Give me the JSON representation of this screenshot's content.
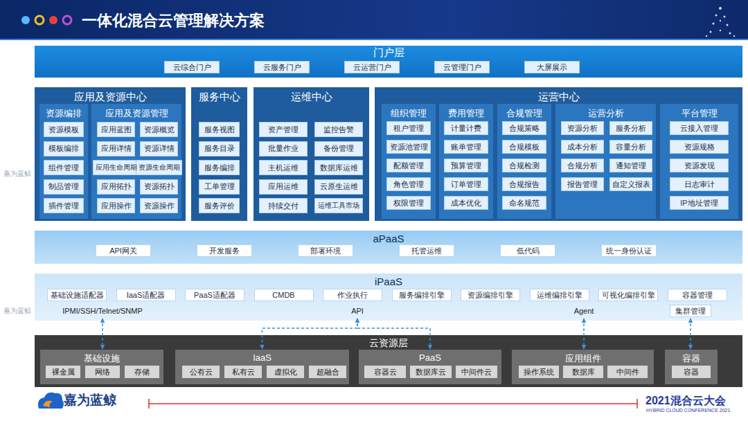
{
  "diagram": {
    "title": "一体化混合云管理解决方案",
    "nodes": [
      {
        "text": [
          "门户层"
        ]
      },
      {
        "text": [
          "云综合门户"
        ],
        "in": 0
      },
      {
        "text": [
          "云服务门户"
        ],
        "in": 0
      },
      {
        "text": [
          "云运营门户"
        ],
        "in": 0
      },
      {
        "text": [
          "云管理门户"
        ],
        "in": 0
      },
      {
        "text": [
          "大屏展示"
        ],
        "in": 0
      },
      {
        "text": [
          "应用及资源中心"
        ]
      },
      {
        "text": [
          "资源编排"
        ],
        "in": 6
      },
      {
        "text": [
          "资源模板"
        ],
        "in": 7
      },
      {
        "text": [
          "模板编排"
        ],
        "in": 7
      },
      {
        "text": [
          "组件管理"
        ],
        "in": 7
      },
      {
        "text": [
          "制品管理"
        ],
        "in": 7
      },
      {
        "text": [
          "插件管理"
        ],
        "in": 7
      },
      {
        "text": [
          "应用及资源管理"
        ],
        "in": 6
      },
      {
        "text": [
          "应用蓝图"
        ],
        "in": 13
      },
      {
        "text": [
          "资源概览"
        ],
        "in": 13
      },
      {
        "text": [
          "应用详情"
        ],
        "in": 13
      },
      {
        "text": [
          "资源详情"
        ],
        "in": 13
      },
      {
        "text": [
          "应用生命周期"
        ],
        "in": 13
      },
      {
        "text": [
          "资源生命周期"
        ],
        "in": 13
      },
      {
        "text": [
          "应用拓扑"
        ],
        "in": 13
      },
      {
        "text": [
          "资源拓扑"
        ],
        "in": 13
      },
      {
        "text": [
          "应用操作"
        ],
        "in": 13
      },
      {
        "text": [
          "资源操作"
        ],
        "in": 13
      },
      {
        "text": [
          "服务中心"
        ]
      },
      {
        "text": [
          "服务视图"
        ],
        "in": 24
      },
      {
        "text": [
          "服务目录"
        ],
        "in": 24
      },
      {
        "text": [
          "服务编排"
        ],
        "in": 24
      },
      {
        "text": [
          "工单管理"
        ],
        "in": 24
      },
      {
        "text": [
          "服务评价"
        ],
        "in": 24
      },
      {
        "text": [
          "运维中心"
        ]
      },
      {
        "text": [
          "资产管理"
        ],
        "in": 30
      },
      {
        "text": [
          "监控告警"
        ],
        "in": 30
      },
      {
        "text": [
          "批量作业"
        ],
        "in": 30
      },
      {
        "text": [
          "备份管理"
        ],
        "in": 30
      },
      {
        "text": [
          "主机运维"
        ],
        "in": 30
      },
      {
        "text": [
          "数据库运维"
        ],
        "in": 30
      },
      {
        "text": [
          "应用运维"
        ],
        "in": 30
      },
      {
        "text": [
          "云原生运维"
        ],
        "in": 30
      },
      {
        "text": [
          "持续交付"
        ],
        "in": 30
      },
      {
        "text": [
          "运维工具市场"
        ],
        "in": 30
      },
      {
        "text": [
          "运营中心"
        ]
      },
      {
        "text": [
          "组织管理"
        ],
        "in": 41
      },
      {
        "text": [
          "租户管理"
        ],
        "in": 42
      },
      {
        "text": [
          "资源池管理"
        ],
        "in": 42
      },
      {
        "text": [
          "配额管理"
        ],
        "in": 42
      },
      {
        "text": [
          "角色管理"
        ],
        "in": 42
      },
      {
        "text": [
          "权限管理"
        ],
        "in": 42
      },
      {
        "text": [
          "费用管理"
        ],
        "in": 41
      },
      {
        "text": [
          "计量计费"
        ],
        "in": 48
      },
      {
        "text": [
          "账单管理"
        ],
        "in": 48
      },
      {
        "text": [
          "预算管理"
        ],
        "in": 48
      },
      {
        "text": [
          "订单管理"
        ],
        "in": 48
      },
      {
        "text": [
          "成本优化"
        ],
        "in": 48
      },
      {
        "text": [
          "合规管理"
        ],
        "in": 41
      },
      {
        "text": [
          "合规策略"
        ],
        "in": 54
      },
      {
        "text": [
          "合规模板"
        ],
        "in": 54
      },
      {
        "text": [
          "合规检测"
        ],
        "in": 54
      },
      {
        "text": [
          "合规报告"
        ],
        "in": 54
      },
      {
        "text": [
          "命名规范"
        ],
        "in": 54
      },
      {
        "text": [
          "运营分析"
        ],
        "in": 41
      },
      {
        "text": [
          "资源分析"
        ],
        "in": 60
      },
      {
        "text": [
          "服务分析"
        ],
        "in": 60
      },
      {
        "text": [
          "成本分析"
        ],
        "in": 60
      },
      {
        "text": [
          "容量分析"
        ],
        "in": 60
      },
      {
        "text": [
          "合规分析"
        ],
        "in": 60
      },
      {
        "text": [
          "通知管理"
        ],
        "in": 60
      },
      {
        "text": [
          "报告管理"
        ],
        "in": 60
      },
      {
        "text": [
          "自定义报表"
        ],
        "in": 60
      },
      {
        "text": [
          "平台管理"
        ],
        "in": 41
      },
      {
        "text": [
          "云接入管理"
        ],
        "in": 69
      },
      {
        "text": [
          "资源规格"
        ],
        "in": 69
      },
      {
        "text": [
          "资源发现"
        ],
        "in": 69
      },
      {
        "text": [
          "日志审计"
        ],
        "in": 69
      },
      {
        "text": [
          "IP地址管理"
        ],
        "in": 69
      },
      {
        "text": [
          "aPaaS"
        ]
      },
      {
        "text": [
          "API网关"
        ],
        "in": 75
      },
      {
        "text": [
          "开发服务"
        ],
        "in": 75
      },
      {
        "text": [
          "部署环境"
        ],
        "in": 75
      },
      {
        "text": [
          "托管运维"
        ],
        "in": 75
      },
      {
        "text": [
          "低代码"
        ],
        "in": 75
      },
      {
        "text": [
          "统一身份认证"
        ],
        "in": 75
      },
      {
        "text": [
          "iPaaS"
        ]
      },
      {
        "text": [
          "基础设施适配器"
        ],
        "in": 82
      },
      {
        "text": [
          "IaaS适配器"
        ],
        "in": 82
      },
      {
        "text": [
          "PaaS适配器"
        ],
        "in": 82
      },
      {
        "text": [
          "CMDB"
        ],
        "in": 82
      },
      {
        "text": [
          "作业执行"
        ],
        "in": 82
      },
      {
        "text": [
          "服务编排引擎"
        ],
        "in": 82
      },
      {
        "text": [
          "资源编排引擎"
        ],
        "in": 82
      },
      {
        "text": [
          "运维编排引擎"
        ],
        "in": 82
      },
      {
        "text": [
          "可视化编排引擎"
        ],
        "in": 82
      },
      {
        "text": [
          "容器管理"
        ],
        "in": 82
      },
      {
        "text": [
          "IPMI/SSH/Telnet/SNMP"
        ],
        "in": 82
      },
      {
        "text": [
          "API"
        ],
        "in": 82
      },
      {
        "text": [
          "Agent"
        ],
        "in": 82
      },
      {
        "text": [
          "集群管理"
        ],
        "in": 82
      },
      {
        "text": [
          "云资源层"
        ]
      },
      {
        "text": [
          "基础设施"
        ],
        "in": 97
      },
      {
        "text": [
          "裸金属"
        ],
        "in": 98
      },
      {
        "text": [
          "网络"
        ],
        "in": 98
      },
      {
        "text": [
          "存储"
        ],
        "in": 98
      },
      {
        "text": [
          "IaaS"
        ],
        "in": 97
      },
      {
        "text": [
          "公有云"
        ],
        "in": 102
      },
      {
        "text": [
          "私有云"
        ],
        "in": 102
      },
      {
        "text": [
          "虚拟化"
        ],
        "in": 102
      },
      {
        "text": [
          "超融合"
        ],
        "in": 102
      },
      {
        "text": [
          "PaaS"
        ],
        "in": 97
      },
      {
        "text": [
          "容器云"
        ],
        "in": 107
      },
      {
        "text": [
          "数据库云"
        ],
        "in": 107
      },
      {
        "text": [
          "中间件云"
        ],
        "in": 107
      },
      {
        "text": [
          "应用组件"
        ],
        "in": 97
      },
      {
        "text": [
          "操作系统"
        ],
        "in": 111
      },
      {
        "text": [
          "数据库"
        ],
        "in": 111
      },
      {
        "text": [
          "中间件"
        ],
        "in": 111
      },
      {
        "text": [
          "容器"
        ],
        "in": 97
      },
      {
        "text": [
          "容器"
        ],
        "in": 115
      }
    ],
    "edges": [
      {
        "from": 93,
        "to": 98,
        "arrow": "both"
      },
      {
        "from": 94,
        "to": 102,
        "arrow": "both"
      },
      {
        "from": 94,
        "to": 107,
        "arrow": "both"
      },
      {
        "from": 95,
        "to": 111,
        "arrow": "both"
      },
      {
        "from": 96,
        "to": 115,
        "arrow": "both"
      }
    ],
    "labels": [
      "嘉为蓝鲸",
      "2021混合云大会",
      "HYBRID CLOUD CONFERENCE 2021",
      "嘉为蓝鲸",
      "嘉为蓝鲸"
    ]
  }
}
